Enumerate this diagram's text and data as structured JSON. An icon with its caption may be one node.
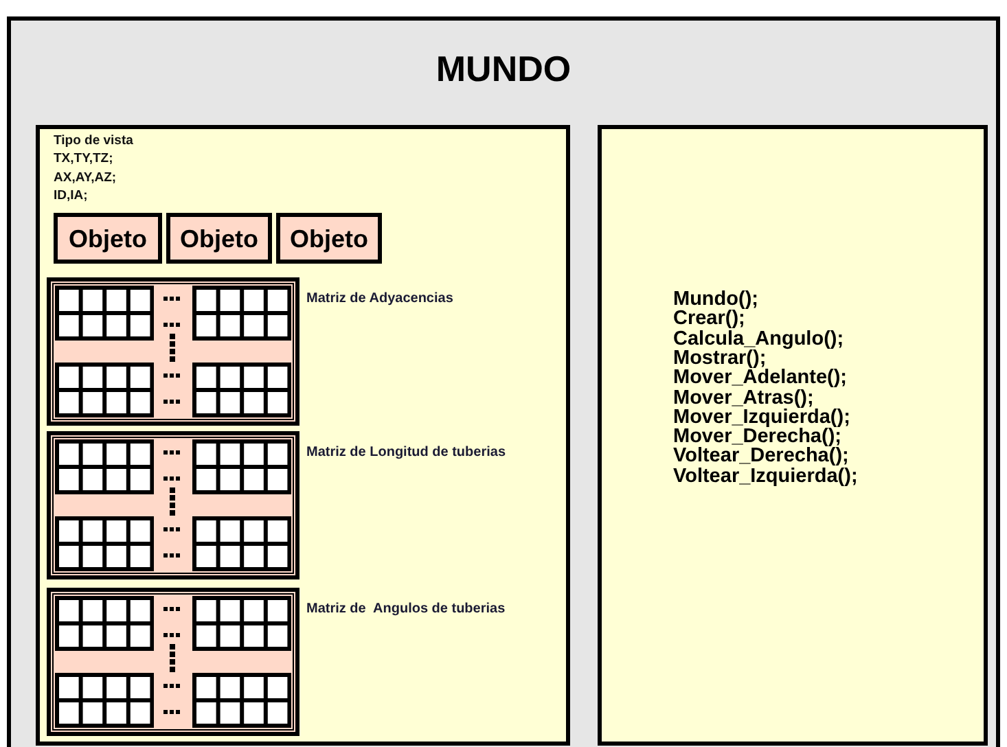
{
  "diagram": {
    "nodes": [
      {
        "text": [
          "MUNDO"
        ]
      },
      {
        "text": [
          "Tipo de vista",
          "TX,TY,TZ;",
          "AX,AY,AZ;",
          "ID,IA;"
        ],
        "in": 0
      },
      {
        "text": [
          "Objeto"
        ],
        "in": 1
      },
      {
        "text": [
          "Objeto"
        ],
        "in": 1
      },
      {
        "text": [
          "Objeto"
        ],
        "in": 1
      },
      {
        "text": [],
        "shape": "box",
        "in": 1,
        "beside": [
          "Matriz de Adyacencias"
        ]
      },
      {
        "text": [],
        "shape": "box",
        "in": 1,
        "beside": [
          "Matriz de Longitud de tuberias"
        ]
      },
      {
        "text": [],
        "shape": "box",
        "in": 1,
        "beside": [
          "Matriz de  Angulos de tuberias"
        ]
      },
      {
        "text": [
          "Mundo();",
          "Crear();",
          "Calcula_Angulo();",
          "Mostrar();",
          "Mover_Adelante();",
          "Mover_Atras();",
          "Mover_Izquierda();",
          "Mover_Derecha();",
          "Voltear_Derecha();",
          "Voltear_Izquierda();"
        ],
        "in": 0
      }
    ]
  }
}
